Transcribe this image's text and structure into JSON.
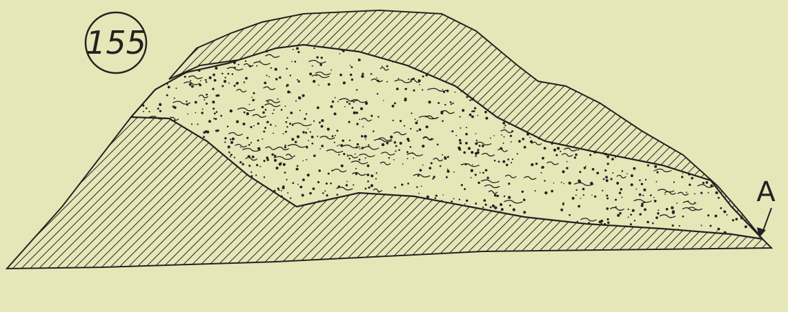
{
  "figure": {
    "number": "155",
    "callout_label": "A"
  },
  "colors": {
    "paper": "#e6e6b8",
    "ink": "#222222"
  },
  "layers": [
    {
      "name": "lower-hatched-stratum",
      "pattern": "diagonal-hatch"
    },
    {
      "name": "upper-hatched-stratum",
      "pattern": "diagonal-hatch"
    },
    {
      "name": "stippled-deposit",
      "pattern": "dots-and-squiggles"
    }
  ]
}
